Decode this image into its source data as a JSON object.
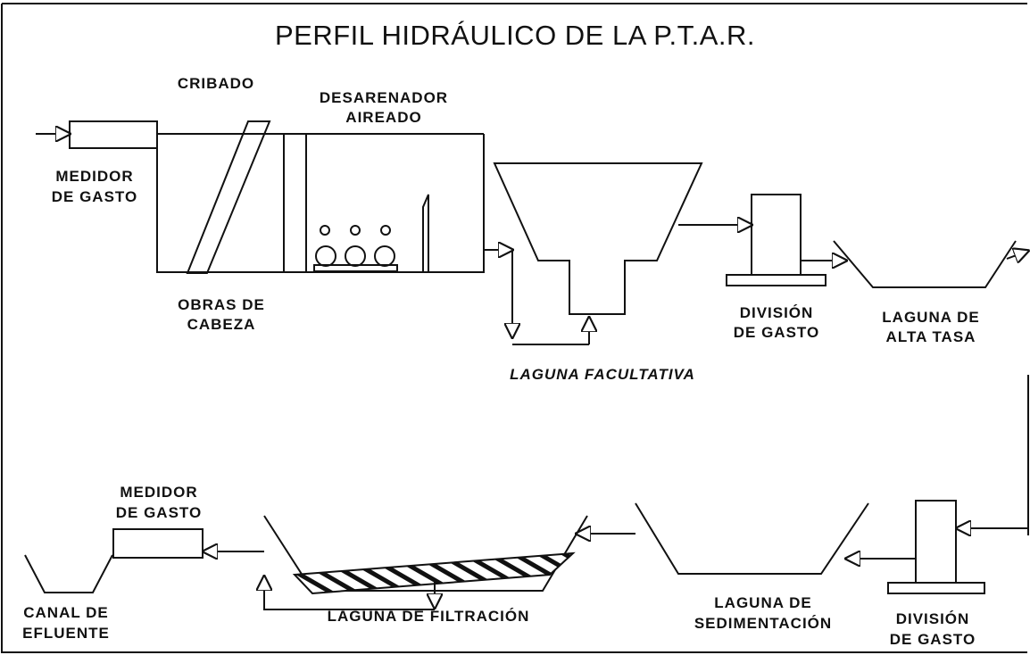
{
  "title": "PERFIL HIDRÁULICO DE LA P.T.A.R.",
  "labels": {
    "cribado": "CRIBADO",
    "desarenador_1": "DESARENADOR",
    "desarenador_2": "AIREADO",
    "medidor_entrada_1": "MEDIDOR",
    "medidor_entrada_2": "DE GASTO",
    "obras_1": "OBRAS DE",
    "obras_2": "CABEZA",
    "laguna_facultativa": "LAGUNA FACULTATIVA",
    "division_1_1": "DIVISIÓN",
    "division_1_2": "DE GASTO",
    "alta_tasa_1": "LAGUNA DE",
    "alta_tasa_2": "ALTA TASA",
    "medidor_salida_1": "MEDIDOR",
    "medidor_salida_2": "DE GASTO",
    "canal_1": "CANAL DE",
    "canal_2": "EFLUENTE",
    "filtracion": "LAGUNA DE FILTRACIÓN",
    "sedimentacion_1": "LAGUNA DE",
    "sedimentacion_2": "SEDIMENTACIÓN",
    "division_2_1": "DIVISIÓN",
    "division_2_2": "DE GASTO"
  }
}
